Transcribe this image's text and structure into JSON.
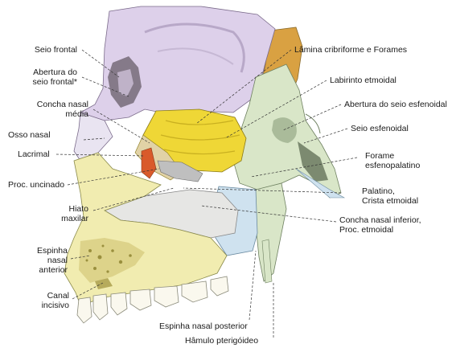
{
  "labels": {
    "seio_frontal": "Seio frontal",
    "abertura_seio_frontal_1": "Abertura do",
    "abertura_seio_frontal_2": "seio frontal*",
    "concha_nasal_media_1": "Concha nasal",
    "concha_nasal_media_2": "média",
    "osso_nasal": "Osso nasal",
    "lacrimal": "Lacrimal",
    "proc_uncinado": "Proc. uncinado",
    "hiato_maxilar_1": "Hiato",
    "hiato_maxilar_2": "maxilar",
    "espinha_nasal_anterior_1": "Espinha",
    "espinha_nasal_anterior_2": "nasal",
    "espinha_nasal_anterior_3": "anterior",
    "canal_incisivo_1": "Canal",
    "canal_incisivo_2": "incisivo",
    "lamina_cribriforme": "Lâmina cribriforme e Forames",
    "labirinto_etmoidal": "Labirinto etmoidal",
    "abertura_seio_esfenoidal": "Abertura do seio esfenoidal",
    "seio_esfenoidal": "Seio esfenoidal",
    "forame_esfenopalatino_1": "Forame",
    "forame_esfenopalatino_2": "esfenopalatino",
    "palatino_1": "Palatino,",
    "palatino_2": "Crista etmoidal",
    "concha_nasal_inferior_1": "Concha nasal inferior,",
    "concha_nasal_inferior_2": "Proc. etmoidal",
    "espinha_nasal_posterior": "Espinha nasal posterior",
    "hamulo_pterigoideo": "Hâmulo pterigóideo"
  },
  "colors": {
    "frontal": "#ddd0ea",
    "etmoide": "#efd736",
    "esfenoide": "#d9e6c8",
    "parietal": "#d9a142",
    "maxila": "#f1ecb0",
    "palatino": "#cfe2ef",
    "lacrimal": "#d95a2b",
    "concha_inferior": "#e6e6e4",
    "nasal": "#e9e4f1",
    "dentes": "#faf8ee",
    "leader": "#333333"
  }
}
